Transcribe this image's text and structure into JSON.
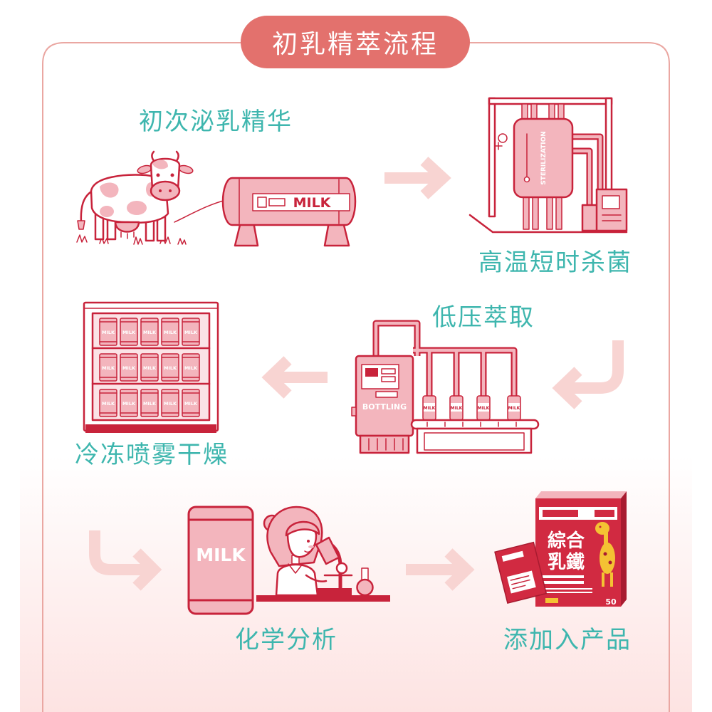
{
  "title": "初乳精萃流程",
  "steps": [
    "初次泌乳精华",
    "高温短时杀菌",
    "低压萃取",
    "冷冻喷雾干燥",
    "化学分析",
    "添加入产品"
  ],
  "labels": {
    "tank": "MILK",
    "sterilization": "STERILIZATION",
    "bottling": "BOTTLING",
    "bottle": "MILK",
    "freezer_can": "MILK",
    "big_can": "MILK"
  },
  "product": {
    "name_line1": "綜合",
    "name_line2": "乳鐵",
    "count": "50"
  },
  "colors": {
    "title_bg": "#e3716d",
    "step_label": "#3eb6ae",
    "outline": "#c8233b",
    "fill": "#f3b5bd",
    "fill_light": "#fbe3e6",
    "arrow": "#f8d4d2",
    "frame": "#eaa7a2",
    "product": "#d12a41",
    "product_dark": "#a81b30",
    "giraffe": "#f4c233"
  }
}
